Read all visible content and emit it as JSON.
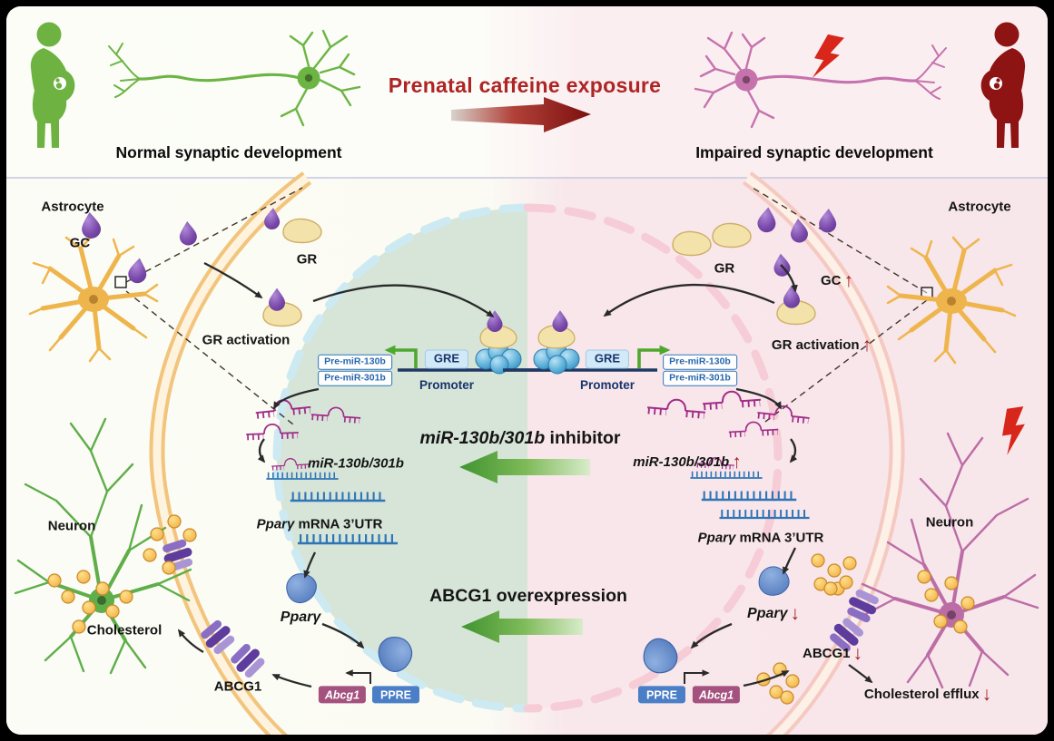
{
  "header": {
    "center": "Prenatal caffeine exposure",
    "left": "Normal synaptic development",
    "right": "Impaired synaptic development"
  },
  "glyphs": {
    "up": "↑",
    "down": "↓"
  },
  "left": {
    "astrocyte": "Astrocyte",
    "gc": "GC",
    "gr": "GR",
    "gr_activation": "GR activation",
    "pre_mir_130b": "Pre-miR-130b",
    "pre_mir_301b": "Pre-miR-301b",
    "gre": "GRE",
    "promoter": "Promoter",
    "mir": "miR-130b/301b",
    "pparg_mrna_gene": "Pparγ",
    "pparg_mrna_rest": " mRNA 3’UTR",
    "pparg": "Pparγ",
    "abcg1_gene": "Abcg1",
    "ppre": "PPRE",
    "abcg1": "ABCG1",
    "cholesterol": "Cholesterol",
    "neuron": "Neuron"
  },
  "center": {
    "inhibitor_gene": "miR-130b/301b",
    "inhibitor_rest": " inhibitor",
    "overexpression": "ABCG1 overexpression"
  },
  "right": {
    "astrocyte": "Astrocyte",
    "gc": "GC",
    "gr": "GR",
    "gr_activation": "GR activation",
    "pre_mir_130b": "Pre-miR-130b",
    "pre_mir_301b": "Pre-miR-301b",
    "gre": "GRE",
    "promoter": "Promoter",
    "mir": "miR-130b/301b",
    "pparg_mrna_gene": "Pparγ",
    "pparg_mrna_rest": " mRNA 3’UTR",
    "pparg": "Pparγ",
    "ppre": "PPRE",
    "abcg1_gene": "Abcg1",
    "abcg1": "ABCG1",
    "cholesterol_efflux": "Cholesterol efflux",
    "neuron": "Neuron"
  },
  "colors": {
    "title_red": "#ad2524",
    "increase_decrease_red": "#9e1b1e",
    "green_arrow": "#5fa83c",
    "navy": "#1f3864",
    "rna_blue": "#2e75b6",
    "mirna_magenta": "#a12c88",
    "membrane_orange": "#f2c47c",
    "astrocyte_yellow": "#efb54d",
    "normal_green": "#6eb242",
    "impaired_pink": "#c673ad",
    "gc_purple": "#7a4aaa",
    "cholesterol_yellow": "#f3ae41"
  }
}
